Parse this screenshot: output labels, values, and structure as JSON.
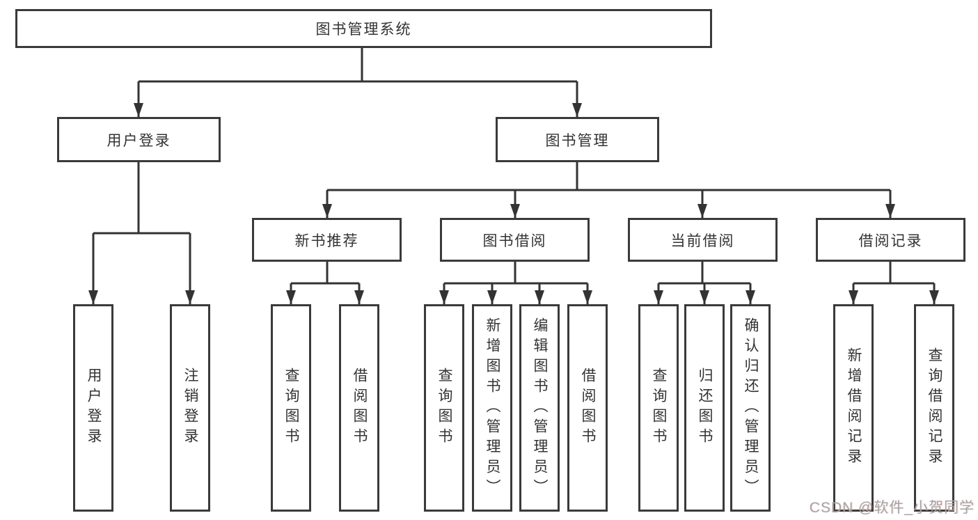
{
  "diagram": {
    "root": "图书管理系统",
    "level1": {
      "user_login": "用户登录",
      "book_mgmt": "图书管理"
    },
    "level2": {
      "new_book_rec": "新书推荐",
      "book_borrow": "图书借阅",
      "current_borrow": "当前借阅",
      "borrow_records": "借阅记录"
    },
    "leaves": {
      "user_login": "用户登录",
      "logout": "注销登录",
      "query_book_rec": "查询图书",
      "borrow_book_rec": "借阅图书",
      "query_book_borrow": "查询图书",
      "add_book_admin": "新增图书（管理员）",
      "edit_book_admin": "编辑图书（管理员）",
      "borrow_book": "借阅图书",
      "query_book_current": "查询图书",
      "return_book": "归还图书",
      "confirm_return_admin": "确认归还（管理员）",
      "add_borrow_record": "新增借阅记录",
      "query_borrow_record": "查询借阅记录"
    }
  },
  "watermark": {
    "text": "CSDN @软件_小贺同学"
  },
  "colors": {
    "line": "#333333",
    "box_border": "#3a3a3a",
    "text": "#333333",
    "watermark": "#a6a6a6",
    "background": "#ffffff"
  }
}
